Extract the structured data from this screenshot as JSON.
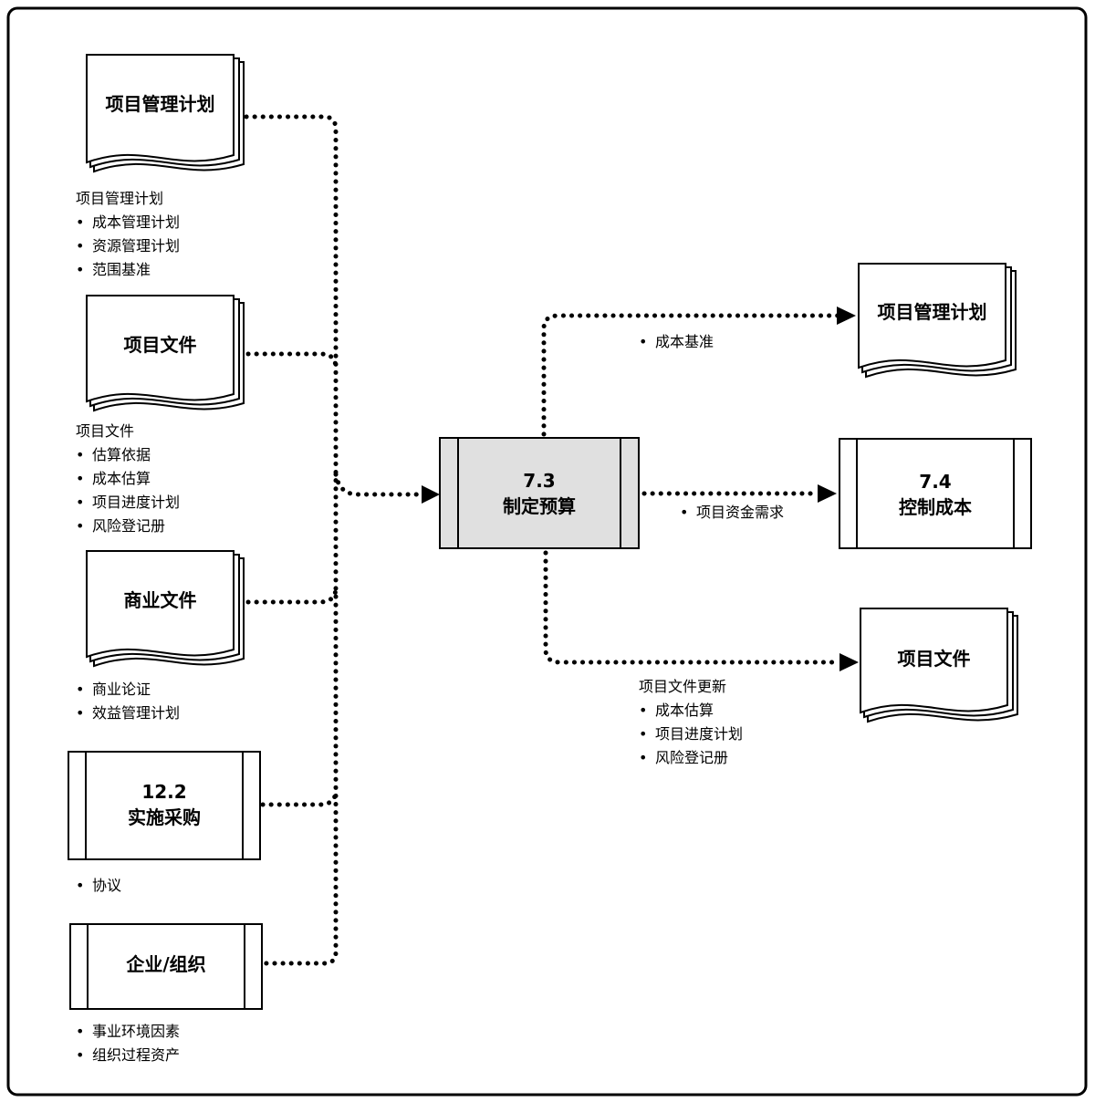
{
  "inputs": [
    {
      "kind": "document",
      "title": "项目管理计划",
      "list_head": "项目管理计划",
      "items": [
        "成本管理计划",
        "资源管理计划",
        "范围基准"
      ]
    },
    {
      "kind": "document",
      "title": "项目文件",
      "list_head": "项目文件",
      "items": [
        "估算依据",
        "成本估算",
        "项目进度计划",
        "风险登记册"
      ]
    },
    {
      "kind": "document",
      "title": "商业文件",
      "list_head": "",
      "items": [
        "商业论证",
        "效益管理计划"
      ]
    },
    {
      "kind": "process",
      "number": "12.2",
      "title": "实施采购",
      "list_head": "",
      "items": [
        "协议"
      ]
    },
    {
      "kind": "process",
      "number": "",
      "title": "企业/组织",
      "list_head": "",
      "items": [
        "事业环境因素",
        "组织过程资产"
      ]
    }
  ],
  "center": {
    "number": "7.3",
    "title": "制定预算"
  },
  "outputs": [
    {
      "kind": "document",
      "title": "项目管理计划",
      "list_head": "",
      "items": [
        "成本基准"
      ]
    },
    {
      "kind": "process",
      "number": "7.4",
      "title": "控制成本",
      "list_head": "",
      "items": [
        "项目资金需求"
      ]
    },
    {
      "kind": "document",
      "title": "项目文件",
      "list_head": "项目文件更新",
      "items": [
        "成本估算",
        "项目进度计划",
        "风险登记册"
      ]
    }
  ],
  "colors": {
    "center_fill": "#e0e0e0",
    "line": "#000000",
    "border": "#000000"
  }
}
